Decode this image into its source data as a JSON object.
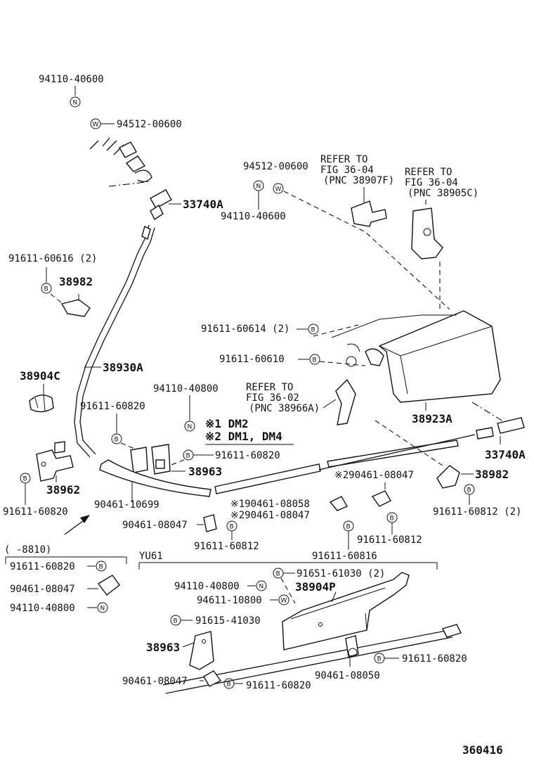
{
  "labels": {
    "p94110_40600_top": "94110-40600",
    "p94512_00600_top": "94512-00600",
    "p33740A_top": "33740A",
    "p94512_00600_mid": "94512-00600",
    "p94110_40600_mid": "94110-40600",
    "refer_3604a_1": "REFER TO",
    "refer_3604a_2": "FIG 36-04",
    "refer_3604a_3": "(PNC 38907F)",
    "refer_3604b_1": "REFER TO",
    "refer_3604b_2": "FIG 36-04",
    "refer_3604b_3": "(PNC 38905C)",
    "p91611_60616": "91611-60616 (2)",
    "p38982_top": "38982",
    "p91611_60614": "91611-60614 (2)",
    "p91611_60610": "91611-60610",
    "p38904C": "38904C",
    "p38930A": "38930A",
    "refer_3602_1": "REFER TO",
    "refer_3602_2": "FIG 36-02",
    "refer_3602_3": "(PNC 38966A)",
    "p94110_40800_mid": "94110-40800",
    "p91611_60820_a": "91611-60820",
    "note1": "※1 DM2",
    "note2": "※2 DM1, DM4",
    "p91611_60820_b": "91611-60820",
    "p38923A": "38923A",
    "p33740A_right": "33740A",
    "p38963_mid": "38963",
    "p38962": "38962",
    "p90461_10699": "90461-10699",
    "p290461_08047": "※290461-08047",
    "p38982_right": "38982",
    "p91611_60820_c": "91611-60820",
    "p190461_08058": "※190461-08058",
    "p290461_08047b": "※290461-08047",
    "p90461_08047_mid": "90461-08047",
    "p91611_60812_a": "91611-60812 (2)",
    "p91611_60812_b": "91611-60812",
    "p91611_60812_c": "91611-60812",
    "p91611_60816": "91611-60816",
    "range": "(    -8810)",
    "yu61": "YU61",
    "p91611_60820_d": "91611-60820",
    "p90461_08047_left": "90461-08047",
    "p94110_40800_left": "94110-40800",
    "p91651_61030": "91651-61030 (2)",
    "p94110_40800_yu": "94110-40800",
    "p38904P": "38904P",
    "p94611_10800": "94611-10800",
    "p91615_41030": "91615-41030",
    "p38963_yu": "38963",
    "p91611_60820_e": "91611-60820",
    "p90461_08050": "90461-08050",
    "p90461_08047_yu": "90461-08047",
    "p91611_60820_f": "91611-60820",
    "fig_no": "360416"
  },
  "symbols": {
    "n": "N",
    "w": "W",
    "b": "B"
  },
  "icons": [
    "cable-icon",
    "bracket-icon",
    "clamp-icon",
    "grommet-icon",
    "shield-icon",
    "symbol-circle-icon",
    "arrow-icon"
  ]
}
